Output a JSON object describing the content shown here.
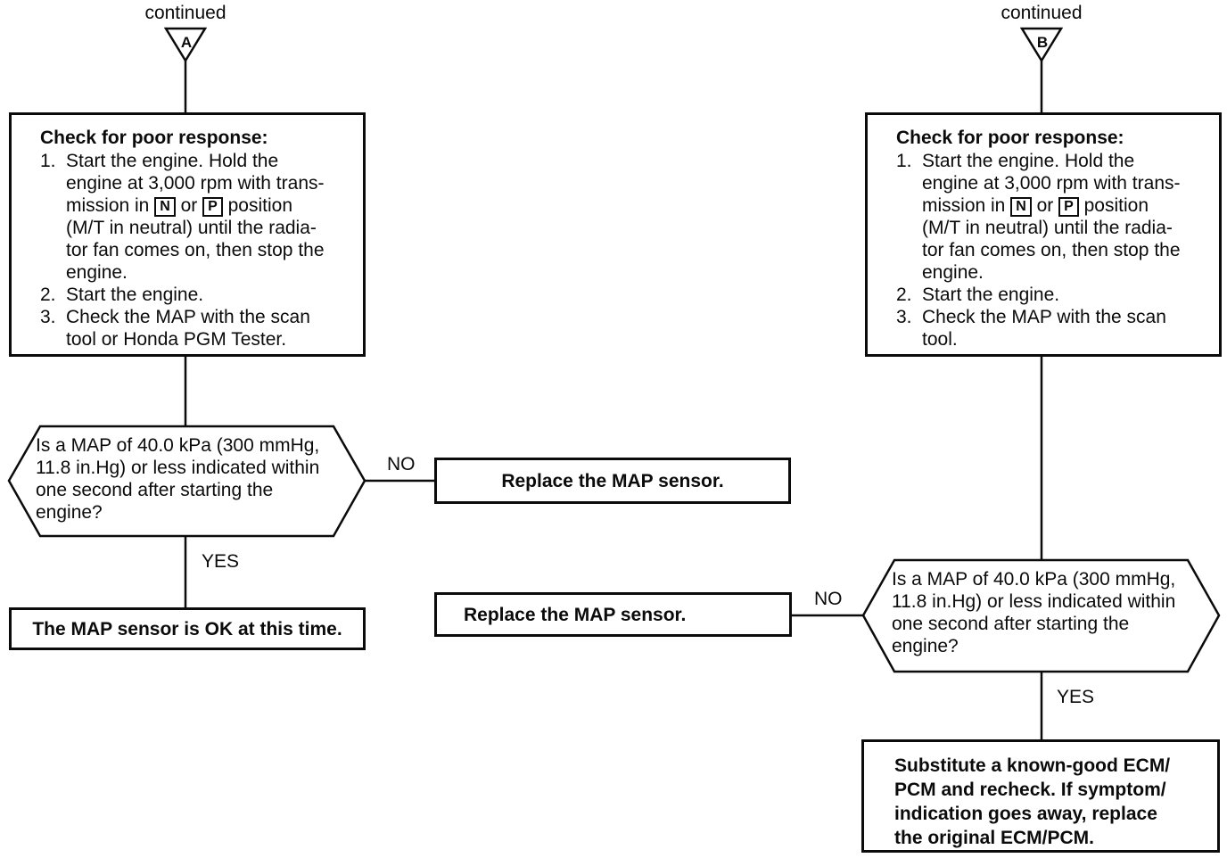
{
  "left": {
    "continued_label": "continued",
    "connector_letter": "A",
    "check_box": {
      "heading": "Check for poor response:",
      "steps": [
        {
          "num": "1.",
          "pre": "Start the engine. Hold the\nengine at 3,000 rpm with trans-\nmission in ",
          "n": "N",
          "mid": " or ",
          "p": "P",
          "post": " position\n(M/T in neutral) until the radia-\ntor fan comes on, then stop the\nengine."
        },
        {
          "num": "2.",
          "text": "Start the engine."
        },
        {
          "num": "3.",
          "text": "Check the MAP with the scan\ntool or Honda PGM Tester."
        }
      ]
    },
    "decision": "Is a MAP of 40.0 kPa (300 mmHg,\n11.8 in.Hg) or less indicated within\none second after starting the\nengine?",
    "no_label": "NO",
    "yes_label": "YES",
    "no_result": "Replace the MAP sensor.",
    "yes_result": "The MAP sensor is OK at this time."
  },
  "right": {
    "continued_label": "continued",
    "connector_letter": "B",
    "check_box": {
      "heading": "Check for poor response:",
      "steps": [
        {
          "num": "1.",
          "pre": "Start the engine. Hold the\nengine at 3,000 rpm with trans-\nmission in ",
          "n": "N",
          "mid": " or ",
          "p": "P",
          "post": " position\n(M/T in neutral) until the radia-\ntor fan comes on, then stop the\nengine."
        },
        {
          "num": "2.",
          "text": "Start the engine."
        },
        {
          "num": "3.",
          "text": "Check the MAP with the scan\ntool."
        }
      ]
    },
    "decision": "Is a MAP of 40.0 kPa (300 mmHg,\n11.8 in.Hg) or less indicated within\none second after starting the\nengine?",
    "no_label": "NO",
    "yes_label": "YES",
    "no_result": "Replace the MAP sensor.",
    "yes_result": "Substitute a known-good ECM/\nPCM and recheck. If symptom/\nindication goes away, replace\nthe original ECM/PCM."
  },
  "colors": {
    "ink": "#0b0b0b",
    "paper": "#ffffff"
  }
}
